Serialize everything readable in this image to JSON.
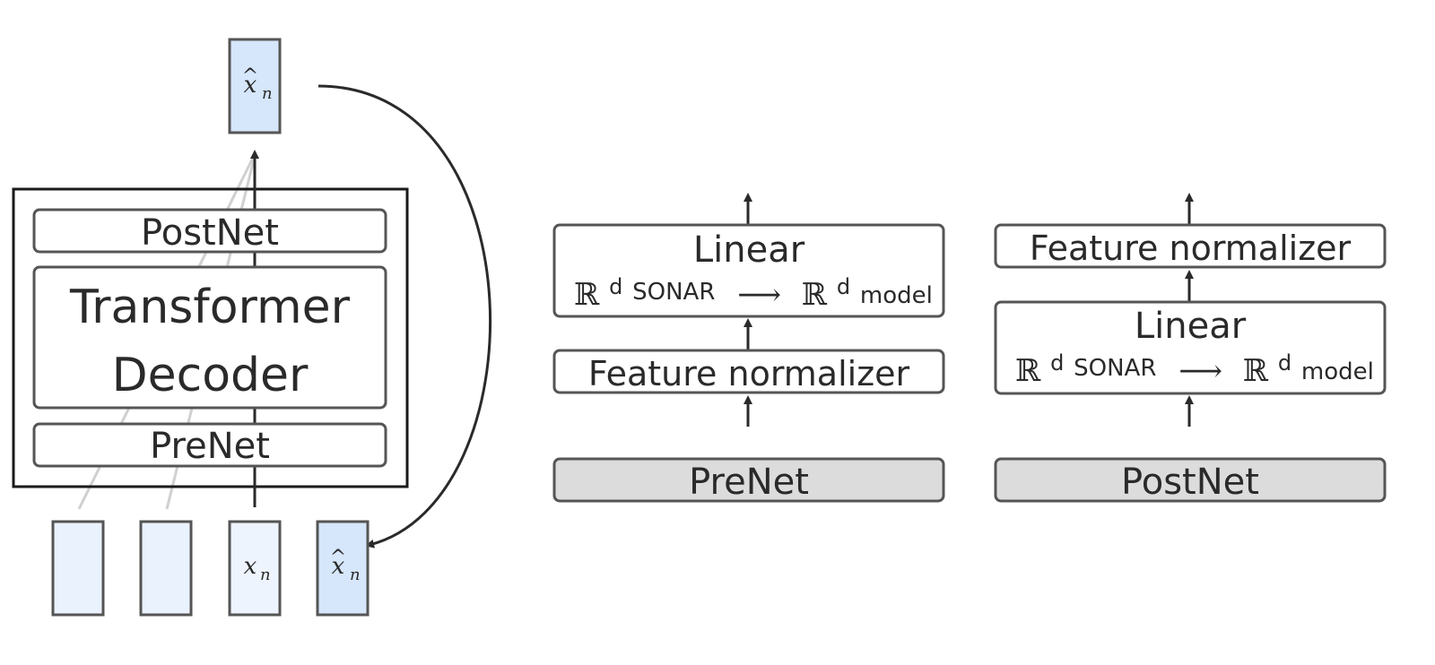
{
  "left_panel": {
    "top_output": {
      "symbol": "x",
      "subscript": "n",
      "hat": "^"
    },
    "decoder_stack": {
      "postnet_label": "PostNet",
      "transformer_line1": "Transformer",
      "transformer_line2": "Decoder",
      "prenet_label": "PreNet"
    },
    "inputs": [
      {
        "symbol": "",
        "subscript": "",
        "hat": ""
      },
      {
        "symbol": "",
        "subscript": "",
        "hat": ""
      },
      {
        "symbol": "x",
        "subscript": "n",
        "hat": ""
      },
      {
        "symbol": "x",
        "subscript": "n",
        "hat": "^"
      }
    ]
  },
  "prenet_panel": {
    "linear_title": "Linear",
    "linear_map": {
      "set": "ℝ",
      "from_sup": "d",
      "from_sub": "SONAR",
      "arrow": "⟶",
      "to_sup": "d",
      "to_sub": "model"
    },
    "normalizer_label": "Feature normalizer",
    "base_label": "PreNet"
  },
  "postnet_panel": {
    "normalizer_label": "Feature normalizer",
    "linear_title": "Linear",
    "linear_map": {
      "set": "ℝ",
      "from_sup": "d",
      "from_sub": "SONAR",
      "arrow": "⟶",
      "to_sup": "d",
      "to_sub": "model"
    },
    "base_label": "PostNet"
  },
  "colors": {
    "box_stroke": "#555555",
    "frame_stroke": "#1a1a1a",
    "arrow": "#2a2a2a",
    "light_blue_fill": "#eaf2fd",
    "blue_fill": "#d6e6fb",
    "gray_fill": "#dcdcdc",
    "faded_line": "#d0d0d0"
  }
}
